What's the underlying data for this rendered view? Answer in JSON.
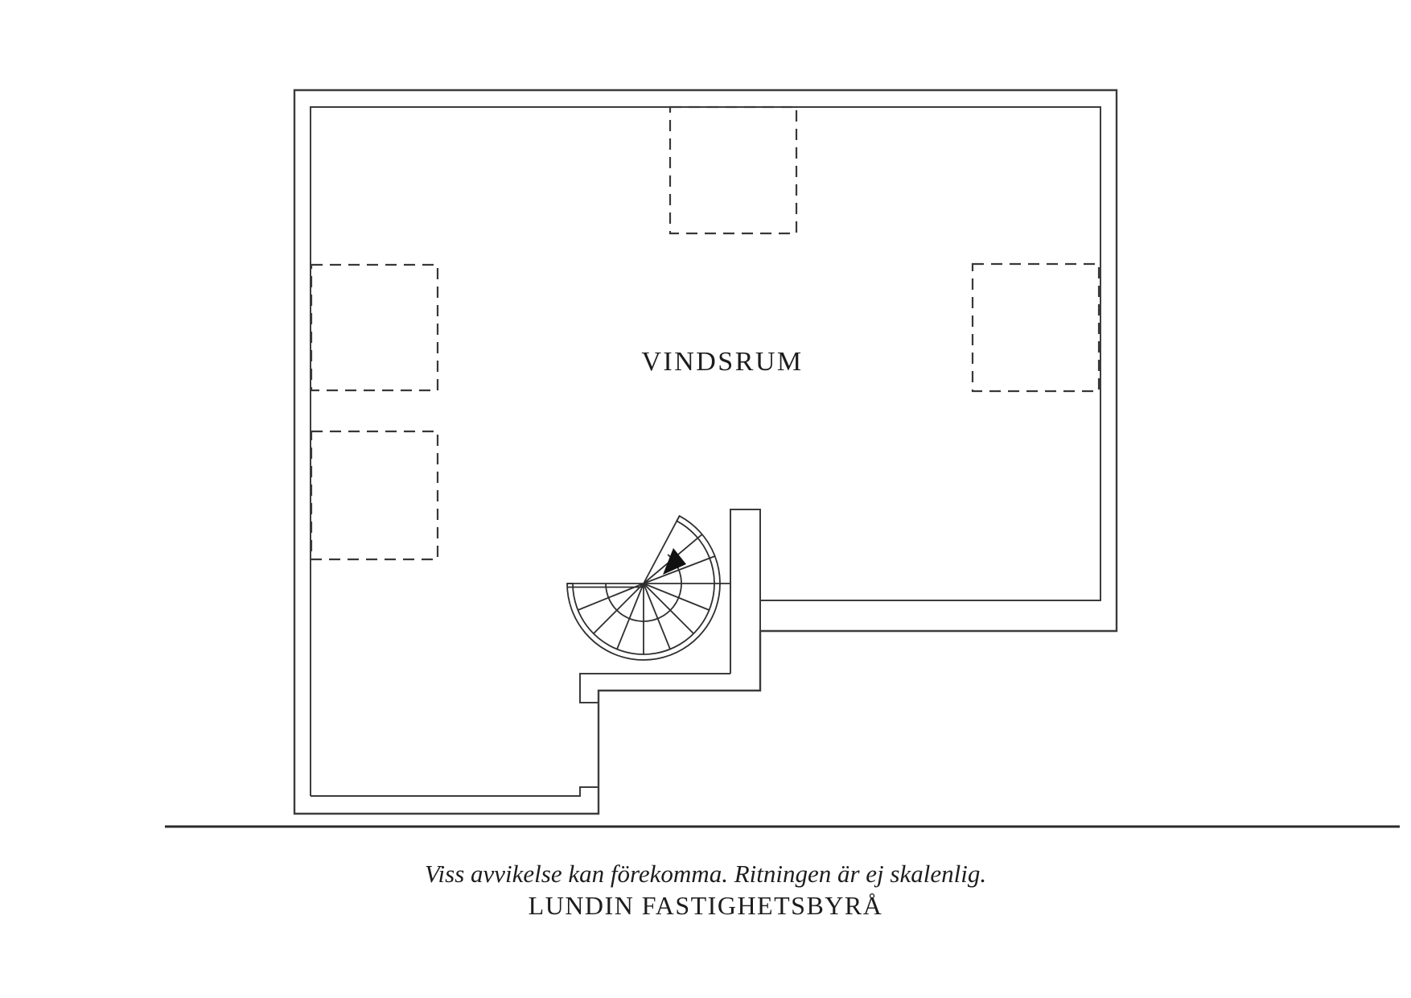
{
  "page": {
    "background": "#ffffff"
  },
  "plan": {
    "room_label": "VINDSRUM"
  },
  "footer": {
    "disclaimer": "Viss avvikelse kan förekomma. Ritningen är ej skalenlig.",
    "brand": "LUNDIN FASTIGHETSBYRÅ"
  },
  "colors": {
    "wall_line": "#3c3c3c",
    "dashed_line": "#383838",
    "stair_line": "#2f2f2f",
    "arrow": "#111111",
    "separator": "#2b2b2b",
    "text": "#1d1d1d"
  }
}
